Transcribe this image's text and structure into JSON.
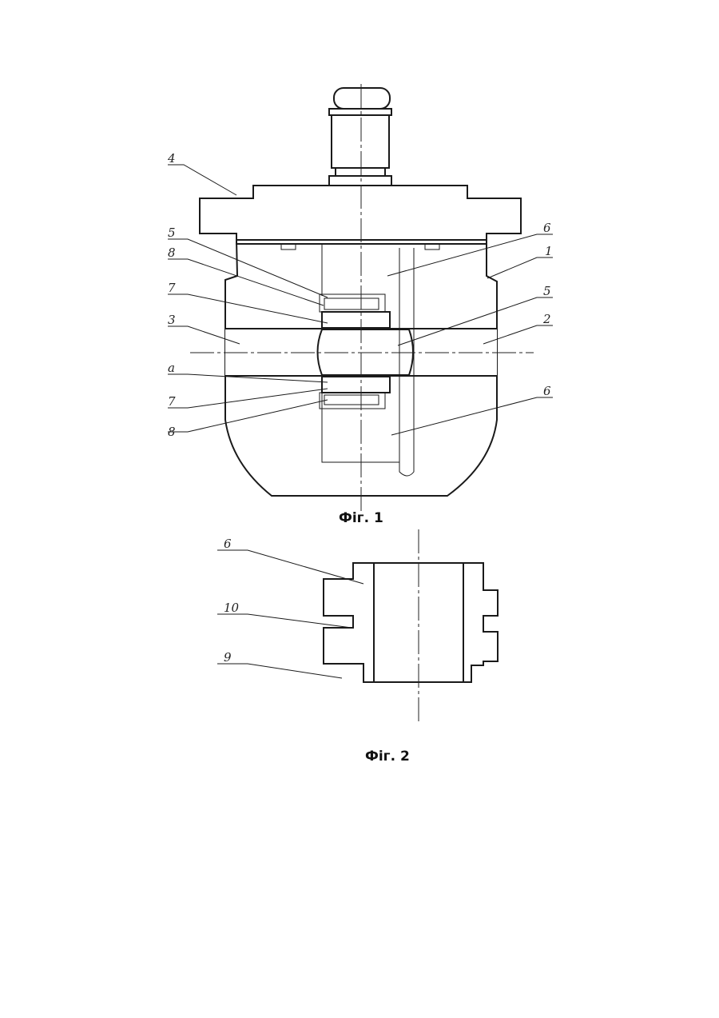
{
  "figures": [
    {
      "caption": "Фіг. 1",
      "labels": [
        "4",
        "5",
        "8",
        "7",
        "3",
        "a",
        "7",
        "8",
        "6",
        "1",
        "5",
        "2",
        "6"
      ]
    },
    {
      "caption": "Фіг. 2",
      "labels": [
        "6",
        "10",
        "9"
      ]
    }
  ]
}
